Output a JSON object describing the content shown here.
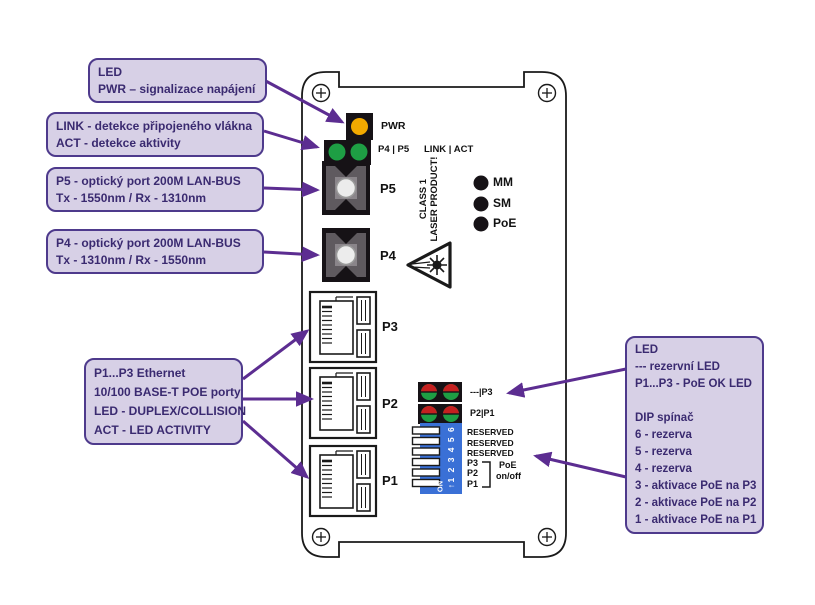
{
  "colors": {
    "arrow": "#5c2d91",
    "callout_bg": "#d7d0e6",
    "callout_border": "#4e3a8c",
    "callout_text": "#3a2a70",
    "led_orange": "#f2a900",
    "led_green": "#1e9e44",
    "led_red": "#c42020",
    "dip_blue": "#3a70d6",
    "outline": "#1a1a1a"
  },
  "callouts": {
    "pwr": {
      "lines": [
        "LED",
        "PWR – signalizace napájení"
      ]
    },
    "link": {
      "lines": [
        "LINK - detekce připojeného vlákna",
        "ACT - detekce aktivity"
      ]
    },
    "p5": {
      "lines": [
        "P5 - optický port 200M LAN-BUS",
        "Tx - 1550nm / Rx - 1310nm"
      ]
    },
    "p4": {
      "lines": [
        "P4 - optický port 200M LAN-BUS",
        "Tx - 1310nm / Rx - 1550nm"
      ]
    },
    "eth": {
      "lines": [
        "P1...P3 Ethernet",
        "10/100 BASE-T POE porty",
        "LED - DUPLEX/COLLISION",
        "ACT - LED ACTIVITY"
      ]
    },
    "right": {
      "lines": [
        "LED",
        "--- rezervní LED",
        "P1...P3 - PoE OK LED",
        "",
        "DIP spínač",
        "6 - rezerva",
        "5 - rezerva",
        "4 - rezerva",
        "3 - aktivace PoE na P3",
        "2 - aktivace PoE na P2",
        "1 - aktivace PoE na P1"
      ]
    }
  },
  "device": {
    "pwr_label": "PWR",
    "led_row_label_left": "P4 | P5",
    "led_row_label_right": "LINK | ACT",
    "port5_label": "P5",
    "port4_label": "P4",
    "mode_leds": [
      {
        "label": "MM"
      },
      {
        "label": "SM"
      },
      {
        "label": "PoE"
      }
    ],
    "laser_line1": "CLASS 1",
    "laser_line2": "LASER PRODUCT!",
    "eth_ports": [
      "P3",
      "P2",
      "P1"
    ],
    "poe_led_labels": [
      "---|P3",
      "P2|P1"
    ],
    "dip": {
      "numbers": "↑1 2 3 4 5 6",
      "on_label": "ON",
      "rows": [
        "RESERVED",
        "RESERVED",
        "RESERVED",
        "P3",
        "P2",
        "P1"
      ],
      "group_label_1": "PoE",
      "group_label_2": "on/off"
    }
  }
}
